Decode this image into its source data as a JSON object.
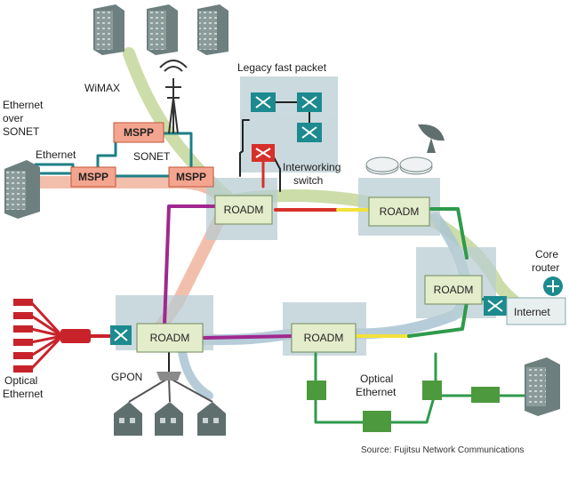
{
  "labels": {
    "wimax": "WiMAX",
    "legacy": "Legacy fast packet",
    "eos_line1": "Ethernet",
    "eos_line2": "over",
    "eos_line3": "SONET",
    "ethernet": "Ethernet",
    "sonet": "SONET",
    "interworking_line1": "Interworking",
    "interworking_line2": "switch",
    "core_line1": "Core",
    "core_line2": "router",
    "internet": "Internet",
    "optical_left_line1": "Optical",
    "optical_left_line2": "Ethernet",
    "gpon": "GPON",
    "optical_right_line1": "Optical",
    "optical_right_line2": "Ethernet",
    "source": "Source: Fujitsu Network Communications"
  },
  "nodes": {
    "mspp_top": "MSPP",
    "mspp_left": "MSPP",
    "mspp_right": "MSPP",
    "roadm_center": "ROADM",
    "roadm_top_right": "ROADM",
    "roadm_right": "ROADM",
    "roadm_bottom_left": "ROADM",
    "roadm_bottom_center": "ROADM"
  },
  "colors": {
    "fiber_pink": "#f1b49f",
    "fiber_green": "#c4d79a",
    "fiber_blue": "#a9c4d2",
    "line_purple": "#a0288f",
    "line_red": "#d6302a",
    "line_yellow": "#f2e23a",
    "line_green": "#2f9a4c",
    "line_teal": "#1e7f86",
    "roadm_fill": "#e3edcb",
    "roadm_shadow": "#b9cdd3",
    "mspp_fill": "#f4a58f",
    "switch_teal": "#1c8a8e",
    "building": "#7e8f8e",
    "green_node": "#4c9a3d",
    "red_block": "#c8232b"
  }
}
